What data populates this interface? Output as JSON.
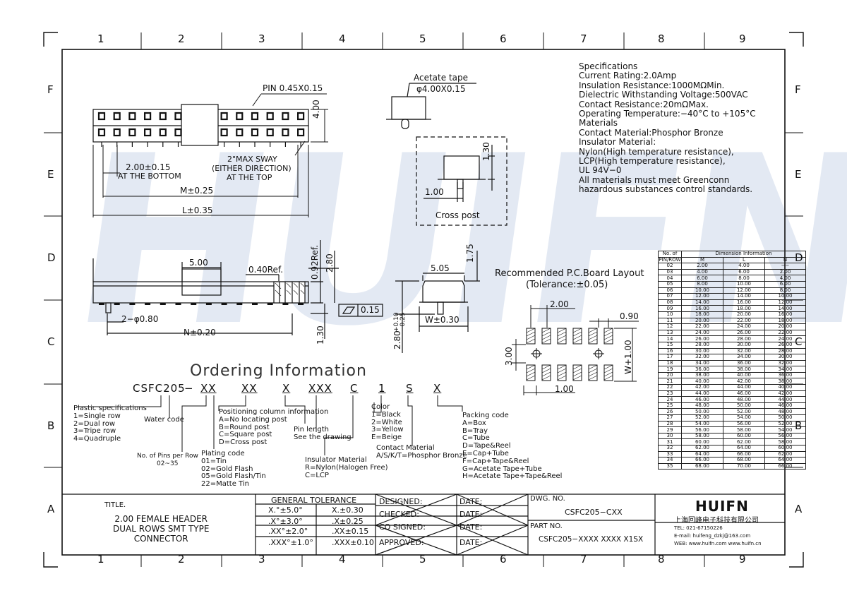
{
  "watermark": "HUIFN",
  "grid": {
    "cols": [
      "1",
      "2",
      "3",
      "4",
      "5",
      "6",
      "7",
      "8",
      "9"
    ],
    "rows": [
      "F",
      "E",
      "D",
      "C",
      "B",
      "A"
    ]
  },
  "top_view": {
    "pin_label": "PIN 0.45X0.15",
    "dim_height": "4.00",
    "dim_pitch": "2.00±0.15",
    "at_bottom": "AT THE BOTTOM",
    "sway": "2\"MAX SWAY",
    "either": "(EITHER DIRECTION)",
    "at_top": "AT THE TOP",
    "dim_m": "M±0.25",
    "dim_l": "L±0.35"
  },
  "tape": {
    "label1": "Acetate tape",
    "label2": "φ4.00X0.15"
  },
  "cross_post": {
    "dim_h": "1.30",
    "dim_w": "1.00",
    "label": "Cross post"
  },
  "side_view": {
    "dim_500": "5.00",
    "dim_040": "0.40Ref.",
    "dim_092": "0.92Ref.",
    "dim_280": "2.80",
    "flatness": "0.15",
    "dim_pin": "2−φ0.80",
    "dim_n": "N±0.20",
    "dim_130": "1.30",
    "dim_280b": "2.80",
    "tol_plus": "+0.10",
    "tol_minus": "−0.25"
  },
  "end_view": {
    "dim_505": "5.05",
    "dim_175": "1.75",
    "dim_w": "W±0.30"
  },
  "pcb": {
    "title": "Recommended P.C.Board Layout",
    "tol": "(Tolerance:±0.05)",
    "dim_200": "2.00",
    "dim_090": "0.90",
    "dim_300": "3.00",
    "dim_w": "W+1.00",
    "dim_100": "1.00"
  },
  "specs": [
    "Specifications",
    "Current Rating:2.0Amp",
    "Insulation  Resistance:1000MΩMin.",
    "Dielectric Withstanding Voltage:500VAC",
    "Contact  Resistance:20mΩMax.",
    "Operating Temperature:−40°C  to  +105°C",
    "Materials",
    "Contact Material:Phosphor Bronze",
    "Insulator Material:",
    "Nylon(High temperature resistance),",
    "LCP(High temperature resistance),",
    "UL  94V−0",
    "All materials must meet Greenconn",
    "hazardous substances control standards."
  ],
  "ordering": {
    "title": "Ordering  Information",
    "code": [
      "CSFC205",
      "−",
      "XX",
      "XX",
      "X",
      "XXX",
      "C",
      "1",
      "S",
      "X"
    ],
    "plastic": [
      "Plastic specifications",
      "1=Single row",
      "2=Dual row",
      "3=Tripe row",
      "4=Quadruple"
    ],
    "water": "Water code",
    "pins": [
      "No. of Pins per Row",
      "02~35"
    ],
    "plating": [
      "Plating code",
      "01=Tin",
      "02=Gold Flash",
      "05=Gold Flash/Tin",
      "22=Matte Tin"
    ],
    "positioning": [
      "Positioning column information",
      "A=No locating post",
      "B=Round post",
      "C=Square post",
      "D=Cross post"
    ],
    "pin_length": [
      "Pin length",
      "See the drawing"
    ],
    "insulator": [
      "Insulator Material",
      "R=Nylon(Halogen Free)",
      "C=LCP"
    ],
    "color": [
      "Color",
      "1=Black",
      "2=White",
      "3=Yellow",
      "E=Beige"
    ],
    "contact": [
      "Contact Material",
      "A/S/K/T=Phosphor Bronze"
    ],
    "packing": [
      "Packing code",
      "A=Box",
      "B=Tray",
      "C=Tube",
      "D=Tape&Reel",
      "E=Cap+Tube",
      "F=Cap+Tape&Reel",
      "G=Acetate Tape+Tube",
      "H=Acetate Tape+Tape&Reel"
    ]
  },
  "dim_table": {
    "head1": [
      "No. of",
      "Dimension Information"
    ],
    "head2": [
      "PIN/ROW",
      "M",
      "L",
      "N"
    ],
    "rows": [
      [
        "02",
        "2.00",
        "4.00",
        "−−"
      ],
      [
        "03",
        "4.00",
        "6.00",
        "2.00"
      ],
      [
        "04",
        "6.00",
        "8.00",
        "4.00"
      ],
      [
        "05",
        "8.00",
        "10.00",
        "6.00"
      ],
      [
        "06",
        "10.00",
        "12.00",
        "8.00"
      ],
      [
        "07",
        "12.00",
        "14.00",
        "10.00"
      ],
      [
        "08",
        "14.00",
        "16.00",
        "12.00"
      ],
      [
        "09",
        "16.00",
        "18.00",
        "14.00"
      ],
      [
        "10",
        "18.00",
        "20.00",
        "16.00"
      ],
      [
        "11",
        "20.00",
        "22.00",
        "18.00"
      ],
      [
        "12",
        "22.00",
        "24.00",
        "20.00"
      ],
      [
        "13",
        "24.00",
        "26.00",
        "22.00"
      ],
      [
        "14",
        "26.00",
        "28.00",
        "24.00"
      ],
      [
        "15",
        "28.00",
        "30.00",
        "26.00"
      ],
      [
        "16",
        "30.00",
        "32.00",
        "28.00"
      ],
      [
        "17",
        "32.00",
        "34.00",
        "30.00"
      ],
      [
        "18",
        "34.00",
        "36.00",
        "32.00"
      ],
      [
        "19",
        "36.00",
        "38.00",
        "34.00"
      ],
      [
        "20",
        "38.00",
        "40.00",
        "36.00"
      ],
      [
        "21",
        "40.00",
        "42.00",
        "38.00"
      ],
      [
        "22",
        "42.00",
        "44.00",
        "40.00"
      ],
      [
        "23",
        "44.00",
        "46.00",
        "42.00"
      ],
      [
        "24",
        "46.00",
        "48.00",
        "44.00"
      ],
      [
        "25",
        "48.00",
        "50.00",
        "46.00"
      ],
      [
        "26",
        "50.00",
        "52.00",
        "48.00"
      ],
      [
        "27",
        "52.00",
        "54.00",
        "50.00"
      ],
      [
        "28",
        "54.00",
        "56.00",
        "52.00"
      ],
      [
        "29",
        "56.00",
        "58.00",
        "54.00"
      ],
      [
        "30",
        "58.00",
        "60.00",
        "56.00"
      ],
      [
        "31",
        "60.00",
        "62.00",
        "58.00"
      ],
      [
        "32",
        "62.00",
        "64.00",
        "60.00"
      ],
      [
        "33",
        "64.00",
        "66.00",
        "62.00"
      ],
      [
        "34",
        "66.00",
        "68.00",
        "64.00"
      ],
      [
        "35",
        "68.00",
        "70.00",
        "66.00"
      ]
    ]
  },
  "title_block": {
    "title_label": "TITLE.",
    "title_lines": [
      "2.00  FEMALE  HEADER",
      "DUAL  ROWS  SMT  TYPE",
      "CONNECTOR"
    ],
    "gen_tol": "GENERAL  TOLERANCE",
    "tol": [
      [
        "X.°±5.0°",
        "X.±0.30"
      ],
      [
        ".X°±3.0°",
        ".X±0.25"
      ],
      [
        ".XX°±2.0°",
        ".XX±0.15"
      ],
      [
        ".XXX°±1.0°",
        ".XXX±0.10"
      ]
    ],
    "signs": [
      "DESIGNED:",
      "CHECKED:",
      "CO  SIGNED:",
      "APPROVED:"
    ],
    "date": "DATE:",
    "dwg_no_label": "DWG.  NO.",
    "dwg_no": "CSFC205−CXX",
    "part_no_label": "PART  NO.",
    "part_no": "CSFC205−XXXX  XXXX  X1SX",
    "company_logo": "HUIFN",
    "company_name": "上海回峰电子科技有限公司",
    "tel": "TEL: 021-67150226",
    "email": "E-mail: huifeng_dzkj@163.com",
    "web": "WEB: www.huifn.com   www.huifn.cn"
  }
}
